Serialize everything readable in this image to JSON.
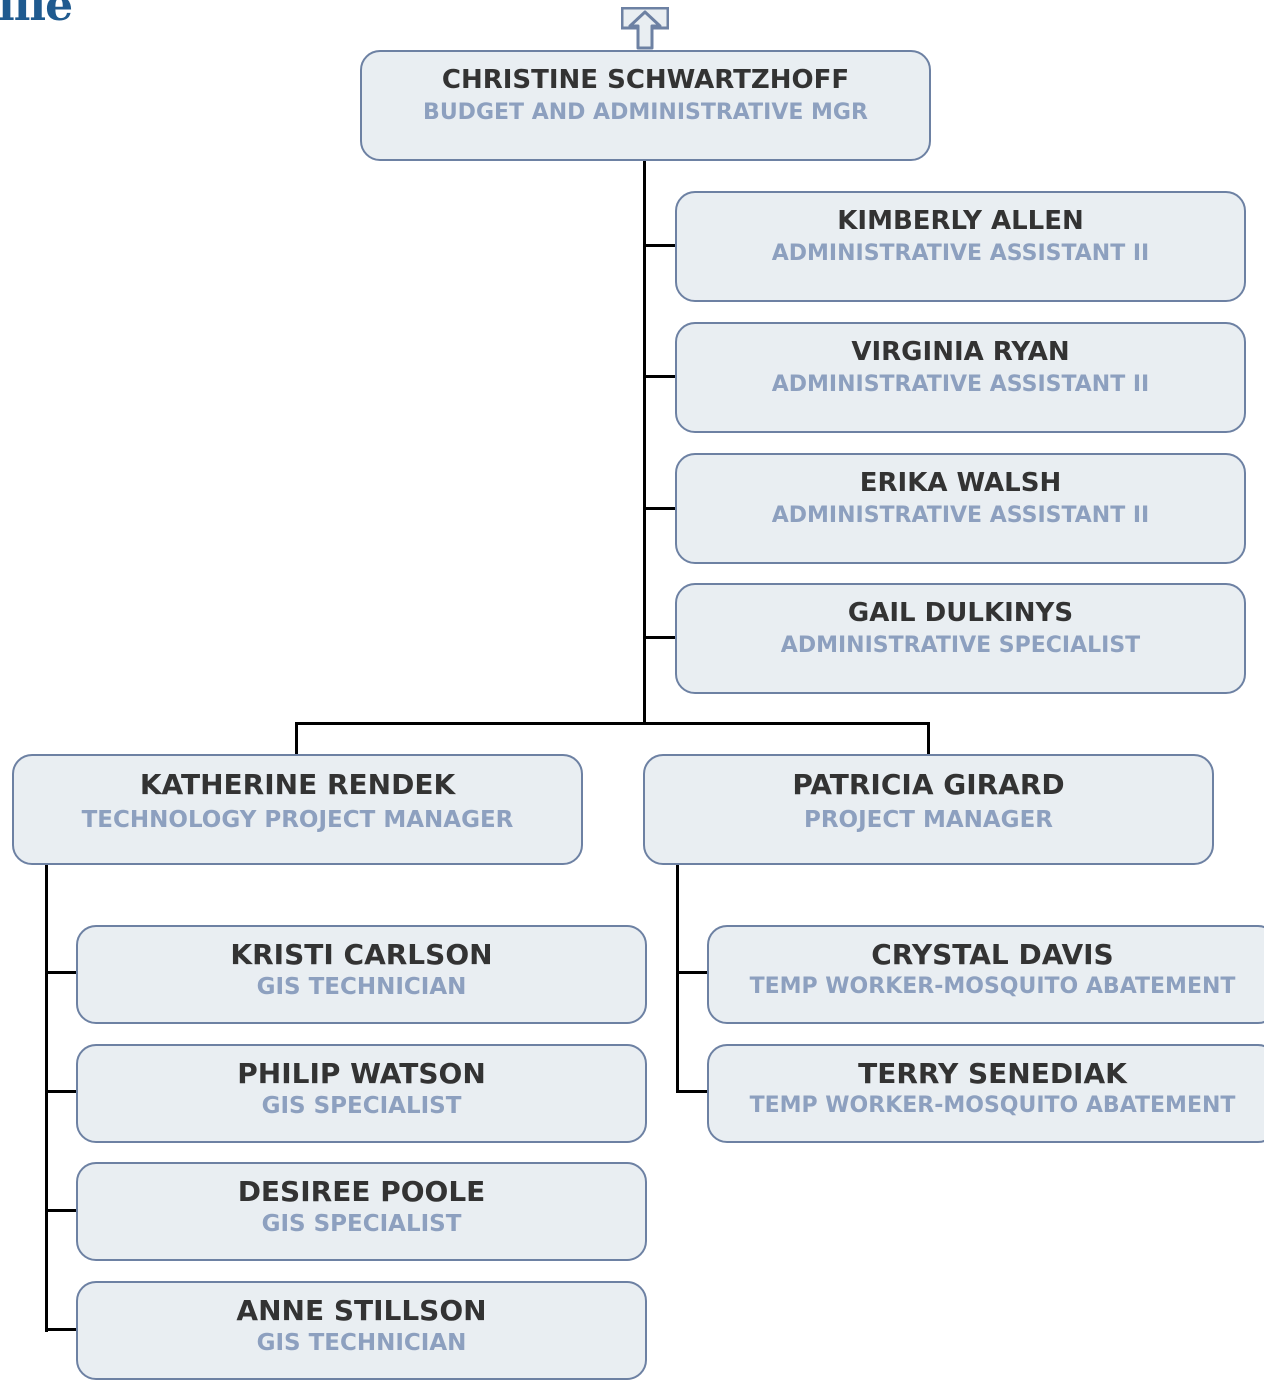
{
  "logo": {
    "fragment_text": "ille"
  },
  "nav": {
    "up_icon": "up-arrow-icon"
  },
  "colors": {
    "box_fill": "#e9eef2",
    "box_border": "#6d81a3",
    "name_text": "#333333",
    "title_text": "#8da0bf",
    "connector": "#000000",
    "logo": "#1f5a8f"
  },
  "org": {
    "manager": {
      "name": "CHRISTINE SCHWARTZHOFF",
      "title": "BUDGET AND ADMINISTRATIVE MGR"
    },
    "assistants": [
      {
        "name": "KIMBERLY ALLEN",
        "title": "ADMINISTRATIVE ASSISTANT II"
      },
      {
        "name": "VIRGINIA RYAN",
        "title": "ADMINISTRATIVE ASSISTANT II"
      },
      {
        "name": "ERIKA WALSH",
        "title": "ADMINISTRATIVE ASSISTANT II"
      },
      {
        "name": "GAIL DULKINYS",
        "title": "ADMINISTRATIVE SPECIALIST"
      }
    ],
    "direct_reports": [
      {
        "name": "KATHERINE RENDEK",
        "title": "TECHNOLOGY PROJECT MANAGER",
        "reports": [
          {
            "name": "KRISTI CARLSON",
            "title": "GIS TECHNICIAN"
          },
          {
            "name": "PHILIP WATSON",
            "title": "GIS SPECIALIST"
          },
          {
            "name": "DESIREE POOLE",
            "title": "GIS SPECIALIST"
          },
          {
            "name": "ANNE STILLSON",
            "title": "GIS TECHNICIAN"
          }
        ]
      },
      {
        "name": "PATRICIA GIRARD",
        "title": "PROJECT MANAGER",
        "reports": [
          {
            "name": "CRYSTAL DAVIS",
            "title": "TEMP WORKER-MOSQUITO ABATEMENT"
          },
          {
            "name": "TERRY SENEDIAK",
            "title": "TEMP WORKER-MOSQUITO ABATEMENT"
          }
        ]
      }
    ]
  }
}
